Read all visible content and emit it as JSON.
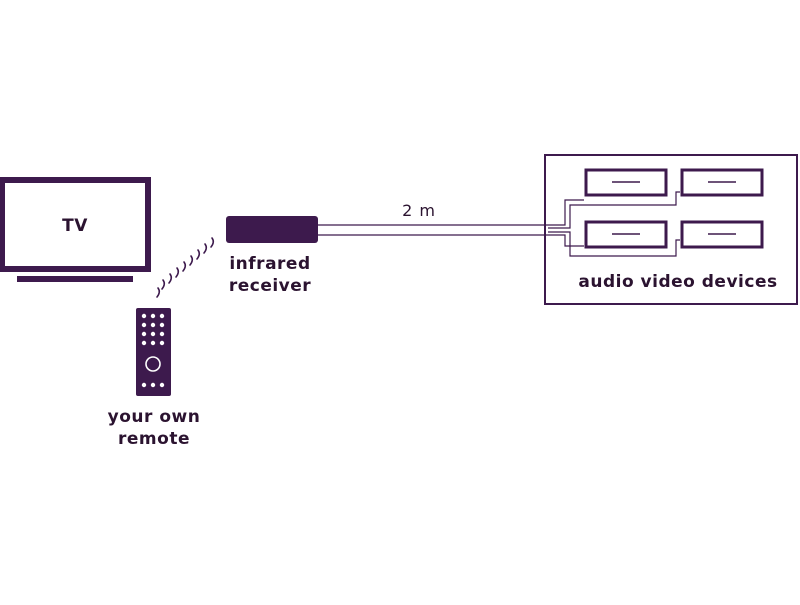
{
  "colors": {
    "primary": "#3d1a4d",
    "text": "#2b1330"
  },
  "tv": {
    "label": "TV"
  },
  "receiver": {
    "label_line1": "infrared",
    "label_line2": "receiver"
  },
  "remote": {
    "label_line1": "your own",
    "label_line2": "remote"
  },
  "cable": {
    "length_label": "2 m"
  },
  "devices": {
    "label": "audio video devices"
  },
  "icons": {
    "signal": "infrared-waves-icon"
  }
}
